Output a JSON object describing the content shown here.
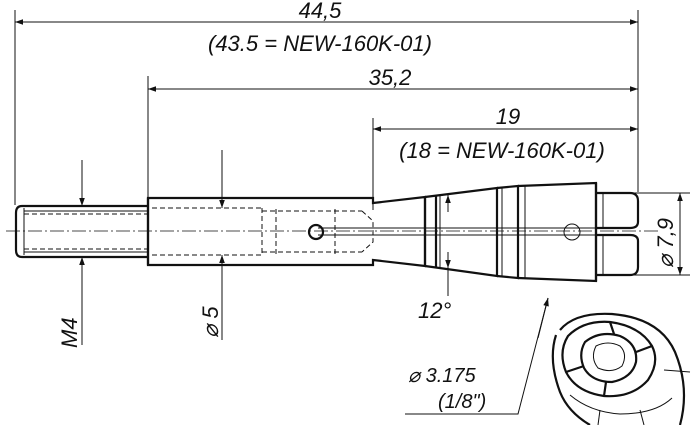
{
  "dimensions": {
    "overall_length": "44,5",
    "overall_note": "(43.5 = NEW-160K-01)",
    "shank_length": "35,2",
    "collet_length": "19",
    "collet_note": "(18 = NEW-160K-01)",
    "thread": "M4",
    "bore": "⌀ 5",
    "outer_diameter": "⌀ 7,9",
    "taper_angle": "12°",
    "clamp_diameter": "⌀ 3.175",
    "clamp_diameter_inch": "(1/8\")"
  },
  "colors": {
    "line": "#111111",
    "background": "#ffffff"
  }
}
